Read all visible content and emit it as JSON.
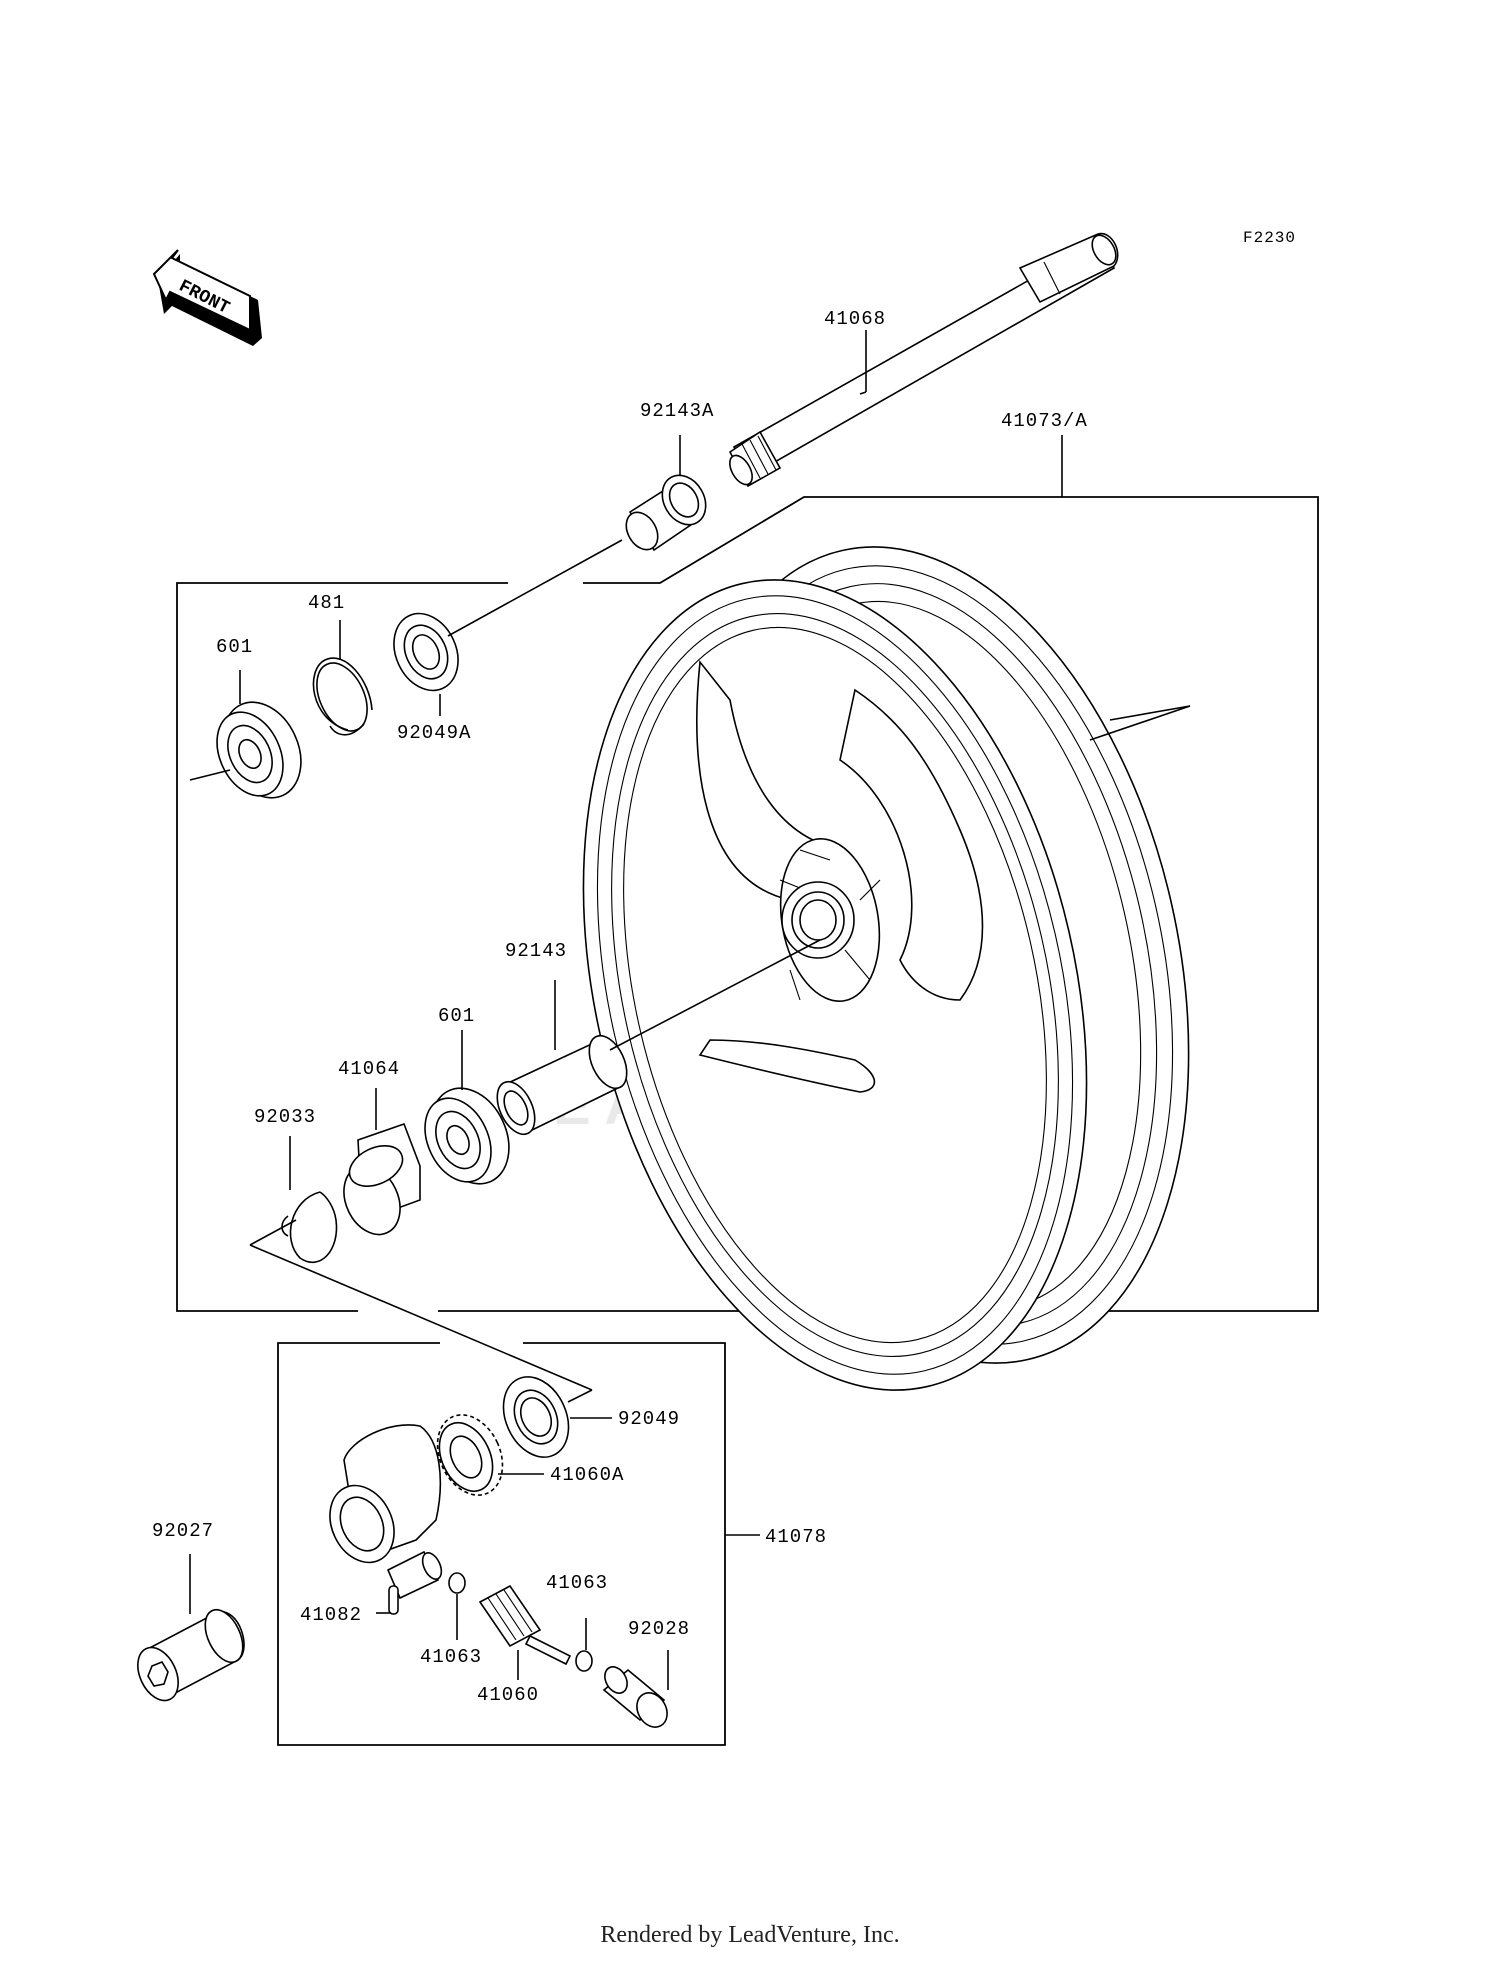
{
  "diagram_code": "F2230",
  "front_label": "FRONT",
  "watermark": "LEADVENTURE",
  "footer": "Rendered by LeadVenture, Inc.",
  "labels": {
    "p41068": "41068",
    "p92143A": "92143A",
    "p41073A": "41073/A",
    "p481": "481",
    "p601_top": "601",
    "p92049A": "92049A",
    "p92143": "92143",
    "p601_bottom": "601",
    "p41064": "41064",
    "p92033": "92033",
    "p92049": "92049",
    "p41060A": "41060A",
    "p41078": "41078",
    "p92027": "92027",
    "p41082": "41082",
    "p41063_right": "41063",
    "p41063_left": "41063",
    "p92028": "92028",
    "p41060": "41060"
  }
}
